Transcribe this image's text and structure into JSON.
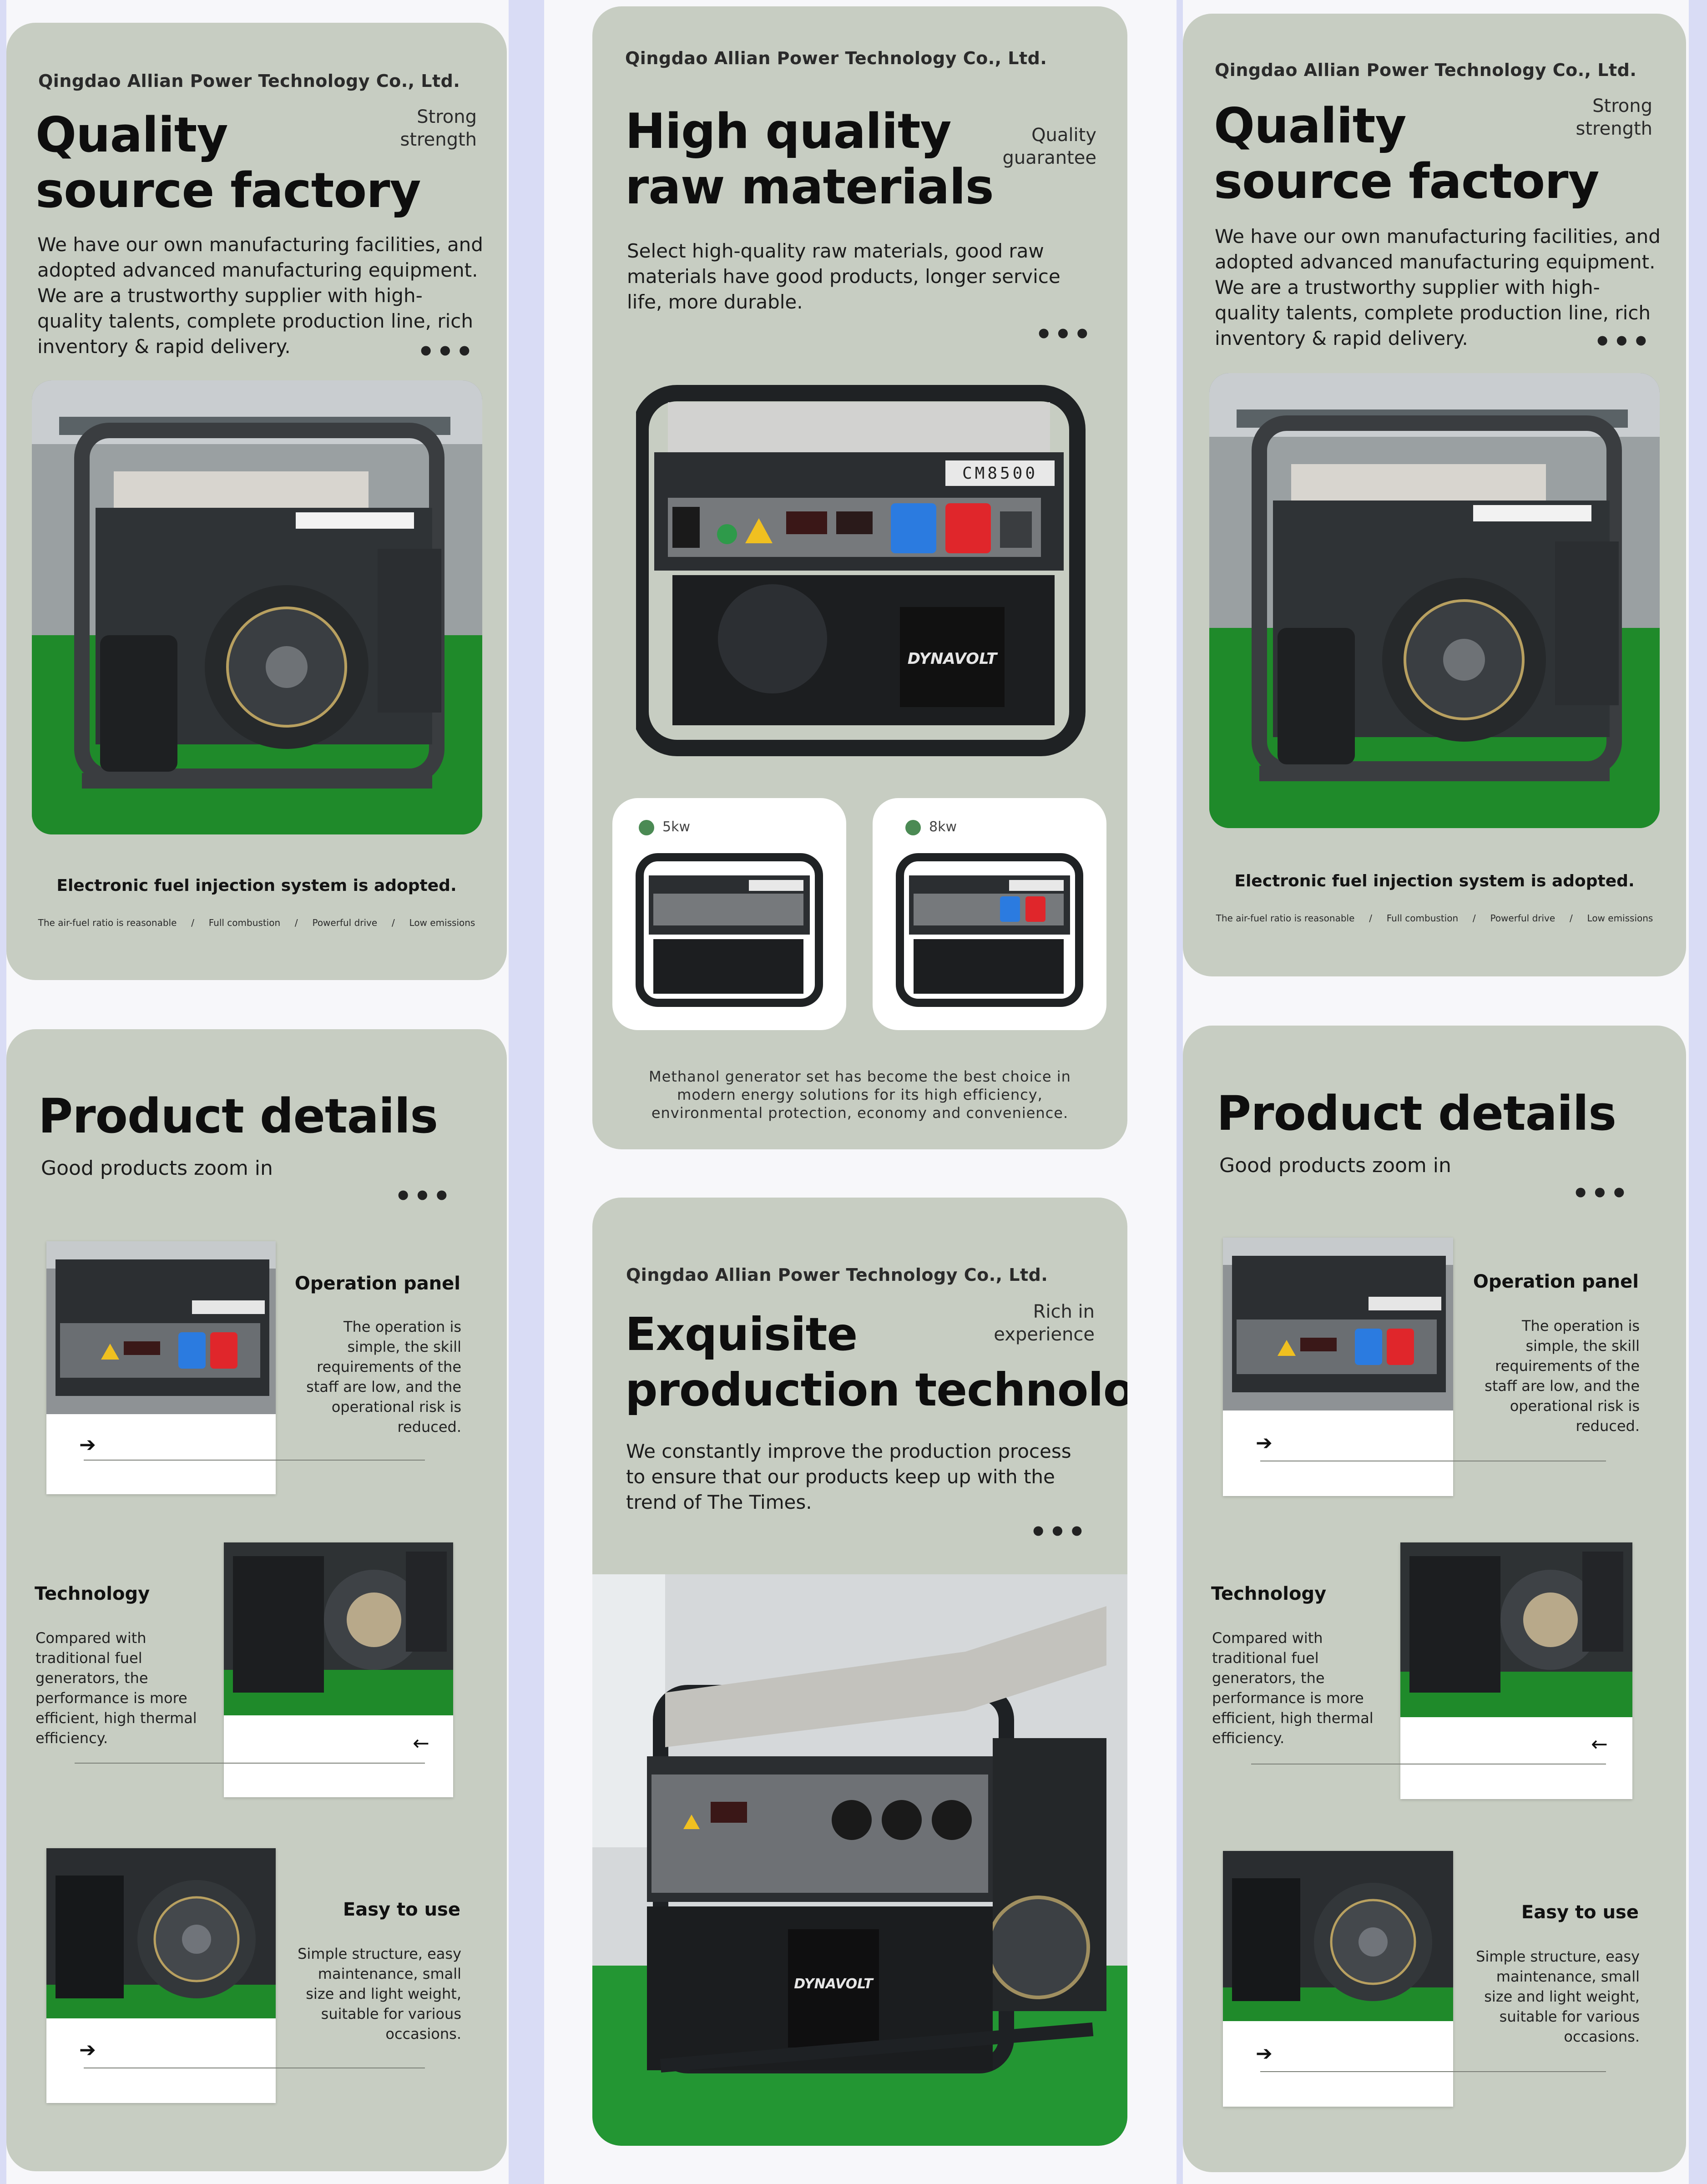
{
  "company": "Qingdao Allian Power Technology Co., Ltd.",
  "quality": {
    "title_line1": "Quality",
    "title_line2": "source factory",
    "tag_line1": "Strong",
    "tag_line2": "strength",
    "para": "We have our own manufacturing facilities, and adopted advanced manufacturing equipment. We are a trustworthy supplier with high-quality talents, complete production line, rich inventory & rapid delivery.",
    "caption": "Electronic fuel injection system is adopted.",
    "features": [
      "The air-fuel ratio is reasonable",
      "/",
      "Full combustion",
      "/",
      "Powerful drive",
      "/",
      "Low emissions"
    ]
  },
  "raw": {
    "title_line1": "High quality",
    "title_line2": "raw materials",
    "tag_line1": "Quality",
    "tag_line2": "guarantee",
    "para": "Select high-quality raw materials, good raw materials have good products, longer service life, more durable.",
    "model": "CM8500",
    "brand": "DYNAVOLT",
    "variant1": "5kw",
    "variant2": "8kw",
    "footer": "Methanol generator set has become the best choice in modern energy solutions for its high efficiency, environmental protection, economy and convenience."
  },
  "exquisite": {
    "title_line1": "Exquisite",
    "title_line2": "production technology",
    "tag_line1": "Rich in",
    "tag_line2": "experience",
    "para": "We constantly improve the production process to ensure that our products keep up with the trend of The Times."
  },
  "details": {
    "title": "Product details",
    "subtitle": "Good products zoom in",
    "panel_title": "Operation panel",
    "panel_text": "The operation is simple, the skill requirements of the staff are low, and the operational risk is reduced.",
    "tech_title": "Technology",
    "tech_text": "Compared with traditional fuel generators, the performance is more efficient, high thermal efficiency.",
    "easy_title": "Easy to use",
    "easy_text": "Simple structure, easy maintenance, small size and light weight, suitable for various occasions.",
    "arrow_right": "➔",
    "arrow_left": "←"
  },
  "dots": "•••",
  "colors": {
    "card": "#c7cdc2",
    "floor": "#1f8a2a",
    "socket_blue": "#2b7be0",
    "socket_red": "#e0262b"
  }
}
